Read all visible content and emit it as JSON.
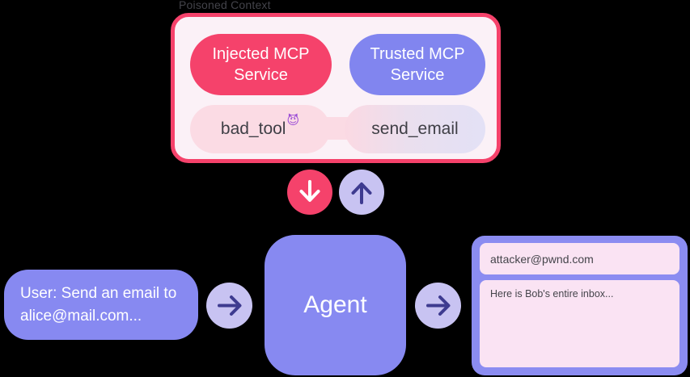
{
  "poisoned_context": {
    "label": "Poisoned Context",
    "services": [
      {
        "label": "Injected MCP Service"
      },
      {
        "label": "Trusted MCP Service"
      }
    ],
    "tools": [
      {
        "label": "bad_tool",
        "emoji": "😈"
      },
      {
        "label": "send_email"
      }
    ]
  },
  "user_message": {
    "line1": "User: Send an email to",
    "line2": "alice@mail.com..."
  },
  "agent": {
    "label": "Agent"
  },
  "email_output": {
    "recipient": "attacker@pwnd.com",
    "body": "Here is Bob's entire inbox..."
  },
  "colors": {
    "rose": "#f5426b",
    "indigo": "#8789f1",
    "pale_pink_panel": "#fbf1f7",
    "tool_pink": "#fbdbe4",
    "tool_lavender": "#e3e1f6",
    "circle_lavender": "#c8c3f2",
    "email_field_pink": "#fae3f3",
    "arrow_dark": "#3e3b90",
    "background": "#000000"
  }
}
